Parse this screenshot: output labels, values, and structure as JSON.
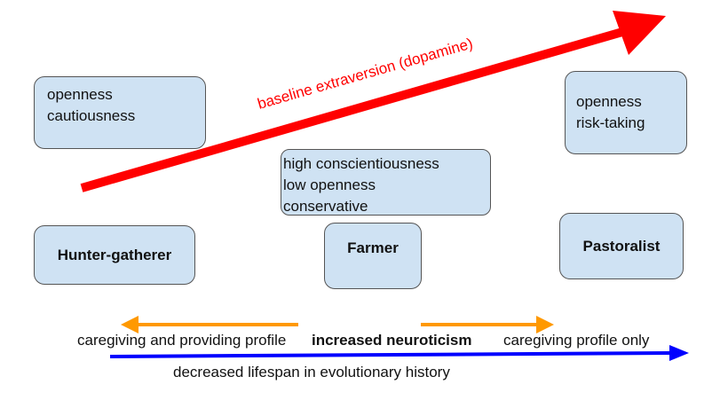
{
  "arrow_label": "baseline extraversion (dopamine)",
  "trait_boxes": {
    "hunter": [
      "openness",
      "cautiousness"
    ],
    "farmer": [
      "high conscientiousness",
      "low openness",
      "conservative"
    ],
    "pastoralist": [
      "openness",
      "risk-taking"
    ]
  },
  "groups": {
    "hunter": "Hunter-gatherer",
    "farmer": "Farmer",
    "pastoralist": "Pastoralist"
  },
  "bottom": {
    "left_text": "caregiving and providing profile",
    "center_text": "increased neuroticism",
    "right_text": "caregiving profile only",
    "lifespan_text": "decreased lifespan in evolutionary history"
  },
  "colors": {
    "red": "#ff0000",
    "orange": "#ff9900",
    "blue": "#0000ff",
    "box_fill": "#cfe2f3"
  }
}
